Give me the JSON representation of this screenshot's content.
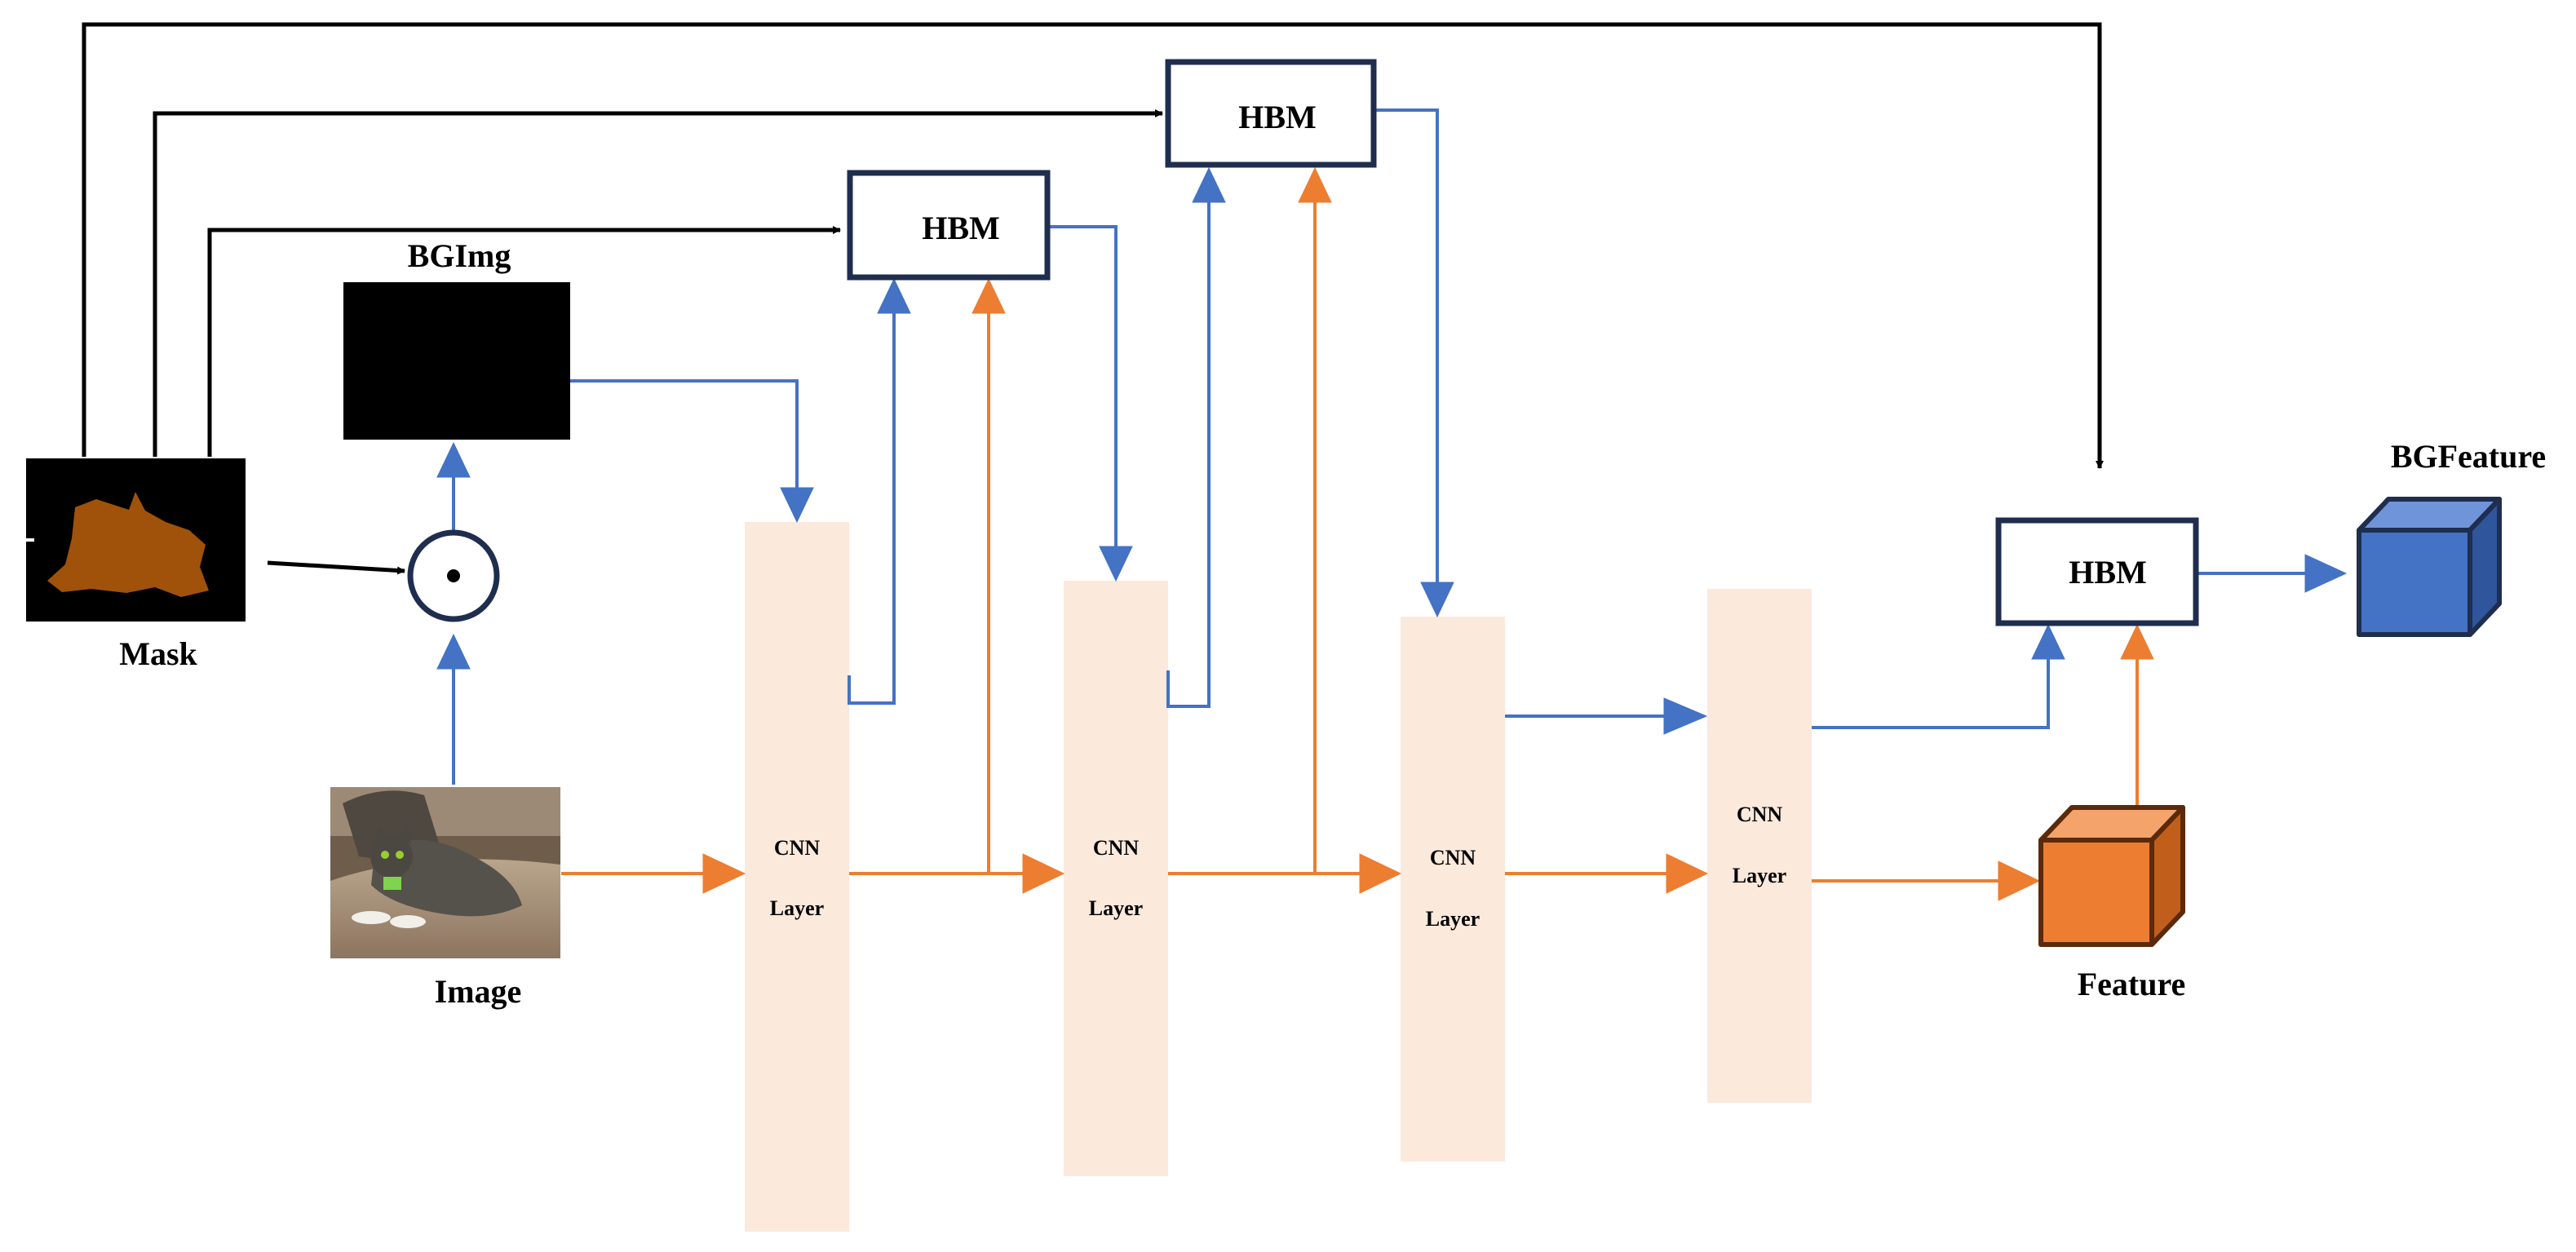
{
  "colors": {
    "mask_path": "#000000",
    "background_path": "#4472c4",
    "feature_path": "#ed7d31",
    "cnn_fill": "#fbe9dc",
    "hbm_border": "#1f2d4f",
    "cube_blue": "#4472c4",
    "cube_orange": "#ed7d31",
    "mask_blob": "#a0520a"
  },
  "inputs": {
    "mask_label": "Mask",
    "image_label": "Image",
    "bgimg_label": "BGImg"
  },
  "operator": {
    "symbol": "⊙",
    "meaning": "element-wise product"
  },
  "hbm_label": "HBM",
  "cnn": {
    "line1": "CNN",
    "line2": "Layer"
  },
  "outputs": {
    "feature_label": "Feature",
    "bgfeature_label": "BGFeature"
  },
  "icons": {
    "image": "cat-photo",
    "mask": "segmentation-mask",
    "feature": "cube",
    "bgfeature": "cube"
  }
}
